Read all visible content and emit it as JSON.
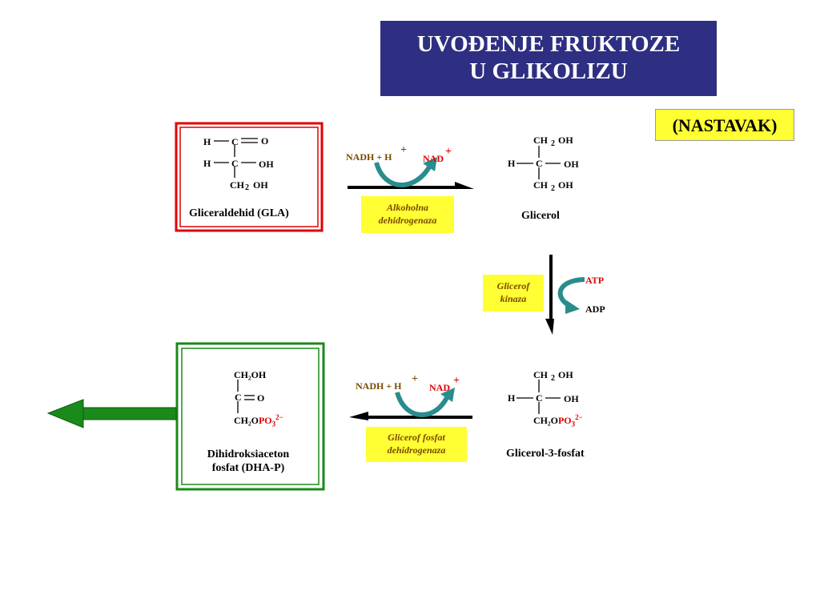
{
  "title": {
    "line1": "UVOĐENJE FRUKTOZE",
    "line2": "U  GLIKOLIZU"
  },
  "badge": "(NASTAVAK)",
  "atoms": {
    "H": "H",
    "C": "C",
    "O": "O",
    "OH": "OH",
    "CH": "CH",
    "two": "2",
    "three": "3",
    "CH2OH": "CH₂OH",
    "CH2O": "CH₂O",
    "PO": "PO",
    "minus": "−",
    "plus": "+"
  },
  "compounds": {
    "gla": "Gliceraldehid (GLA)",
    "glicerol": "Glicerol",
    "g3p": "Glicerol-3-fosfat",
    "dhap_line1": "Dihidroksiaceton",
    "dhap_line2": "fosfat (DHA-P)"
  },
  "reaction1": {
    "left": "NADH + H",
    "right": "NAD",
    "enzyme_line1": "Alkoholna",
    "enzyme_line2": "dehidrogenaza"
  },
  "reaction2": {
    "top": "ATP",
    "bottom": "ADP",
    "enzyme_line1": "Glicerof",
    "enzyme_line2": "kinaza"
  },
  "reaction3": {
    "left": "NADH + H",
    "right": "NAD",
    "enzyme_line1": "Glicerof  fosfat",
    "enzyme_line2": "dehidrogenaza"
  },
  "colors": {
    "title_bg": "#2e2e82",
    "highlight": "#ffff33",
    "gla_box": "#e00000",
    "dhap_box": "#1a8a1a",
    "arrow_teal": "#2a8c8c",
    "cofactor_brown": "#7a4a00",
    "cofactor_red": "#e00000"
  }
}
